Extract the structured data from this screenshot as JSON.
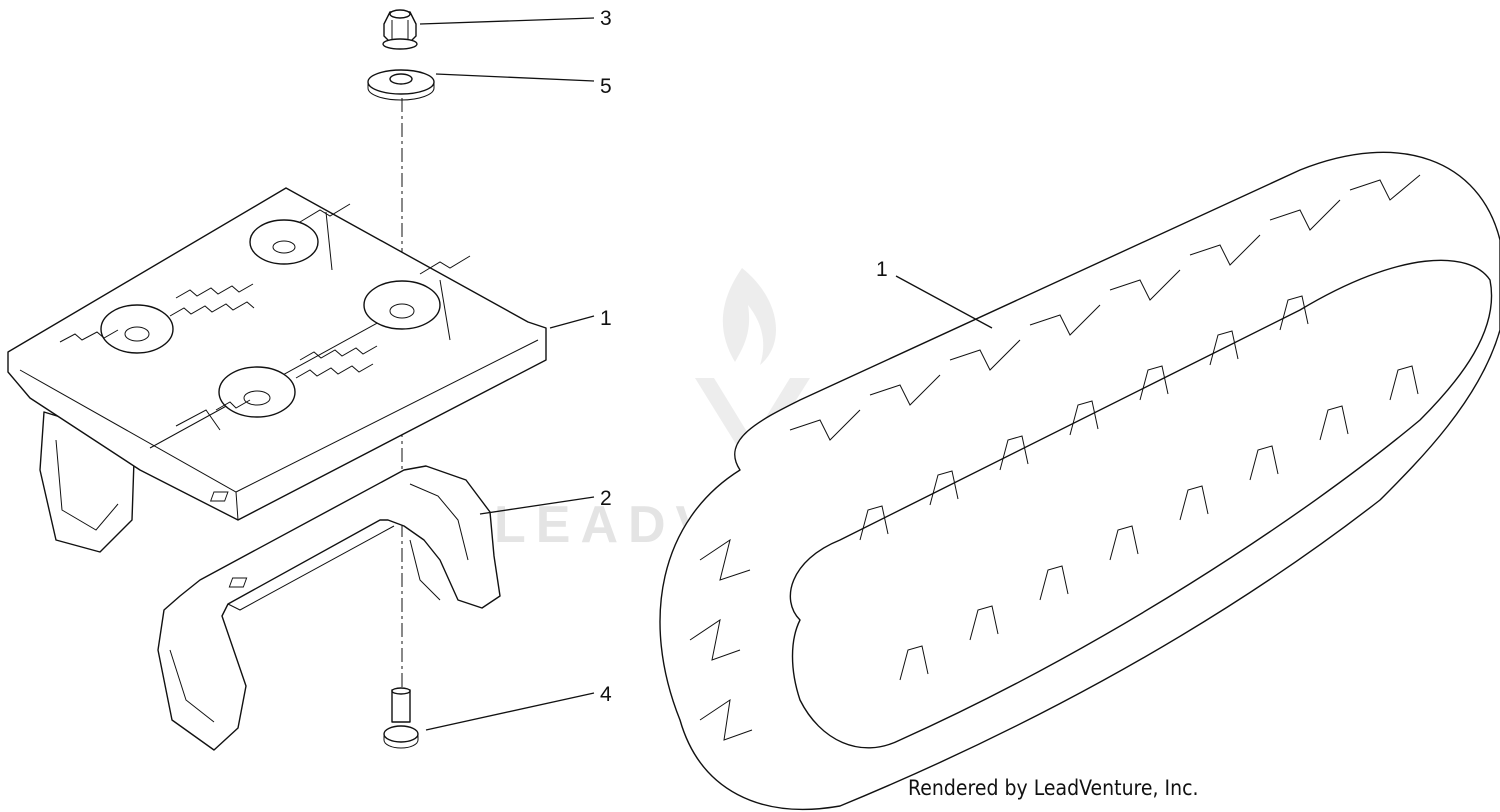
{
  "watermark": {
    "text": "LEADVENTURE",
    "logo_icon": "leadventure-flame-logo"
  },
  "callouts": [
    "3",
    "5",
    "1",
    "2",
    "4",
    "1"
  ],
  "credit": "Rendered by LeadVenture, Inc."
}
